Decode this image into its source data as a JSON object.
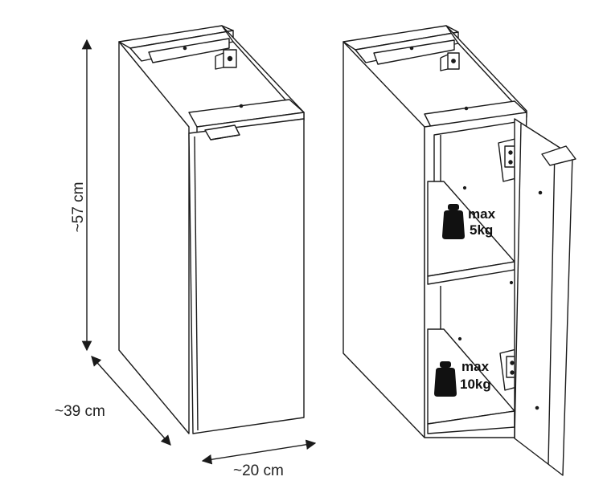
{
  "dimensions": {
    "height": "~57 cm",
    "depth": "~39 cm",
    "width": "~20 cm"
  },
  "load_limits": [
    {
      "label_top": "max",
      "label_bottom": "5kg"
    },
    {
      "label_top": "max",
      "label_bottom": "10kg"
    }
  ],
  "colors": {
    "line": "#1a1a1a",
    "fill": "#ffffff",
    "weight": "#111111"
  }
}
